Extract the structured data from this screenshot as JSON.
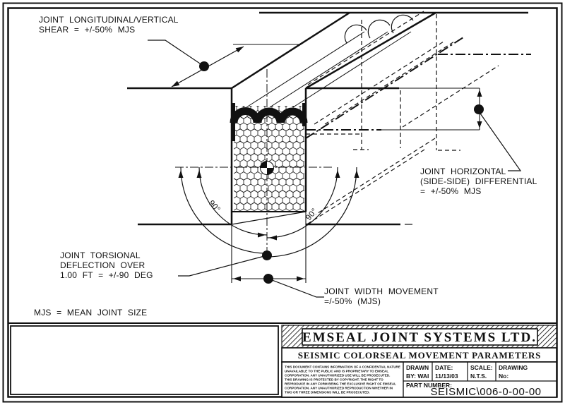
{
  "drawing": {
    "annotations": {
      "shear_lines": [
        "JOINT LONGITUDINAL/VERTICAL",
        "SHEAR = +/-50% MJS"
      ],
      "horizontal_lines": [
        "JOINT HORIZONTAL",
        "(SIDE-SIDE) DIFFERENTIAL",
        "= +/-50% MJS"
      ],
      "torsional_lines": [
        "JOINT TORSIONAL",
        "DEFLECTION OVER",
        "1.00 FT = +/-90 DEG"
      ],
      "width_lines": [
        "JOINT WIDTH MOVEMENT",
        "=/-50% (MJS)"
      ],
      "legend": "MJS = MEAN JOINT SIZE",
      "angle_left": "90°",
      "angle_right": "90°"
    }
  },
  "titleblock": {
    "company": "EMSEAL JOINT SYSTEMS LTD.",
    "drawing_title": "SEISMIC COLORSEAL MOVEMENT PARAMETERS",
    "disclaimer_lines": [
      "THIS DOCUMENT CONTAINS INFORMATION OF A CONFIDENTIAL NATURE",
      "UNAVAILABLE TO THE PUBLIC AND IS PROPRIETARY TO EMSEAL",
      "CORPORATION. ANY UNAUTHORIZED USE WILL BE PROSECUTED.",
      "THIS DRAWING IS PROTECTED BY COPYRIGHT. THE RIGHT TO",
      "REPRODUCE IN ANY FORM BEING THE EXCLUSIVE RIGHT OF EMSEAL",
      "CORPORATION. ANY UNAUTHORIZED REPRODUCTION WHETHER IN",
      "TWO OR THREE DIMENSIONS WILL BE PROSECUTED."
    ],
    "drawn_label": "DRAWN",
    "drawn_value": "BY: WAI",
    "date_label": "DATE:",
    "date_value": "11/13/03",
    "scale_label": "SCALE:",
    "scale_value": "N.T.S.",
    "drawing_no_label": "DRAWING",
    "drawing_no_value": "No:",
    "part_number_label": "PART NUMBER:",
    "part_number": "SEISMIC\\006-0-00-00"
  },
  "colors": {
    "ink": "#111111",
    "paper": "#ffffff"
  }
}
